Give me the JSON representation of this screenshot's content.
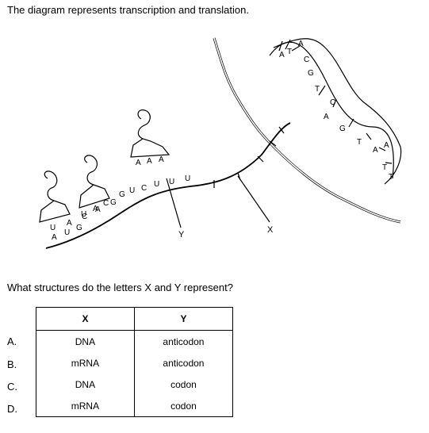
{
  "intro_text": "The diagram represents transcription and translation.",
  "diagram": {
    "label_x": "X",
    "label_y": "Y",
    "dna_top_bases": [
      "A",
      "C",
      "G",
      "T",
      "C",
      "G",
      "A"
    ],
    "dna_bottom_bases": [
      "A",
      "T",
      "A",
      "T",
      "A",
      "T",
      "T"
    ],
    "mrna_bases": [
      "U",
      "A",
      "C",
      "A",
      "G",
      "G",
      "U",
      "C",
      "U",
      "U",
      "U"
    ],
    "trna_bases_1": [
      "A",
      "A",
      "A"
    ],
    "trna_bases_2": [
      "U",
      "A",
      "C"
    ],
    "trna_bases_3": [
      "A",
      "U",
      "G"
    ]
  },
  "question_text": "What structures do the letters X and Y represent?",
  "table": {
    "header_x": "X",
    "header_y": "Y",
    "rows": [
      {
        "letter": "A.",
        "x": "DNA",
        "y": "anticodon"
      },
      {
        "letter": "B.",
        "x": "mRNA",
        "y": "anticodon"
      },
      {
        "letter": "C.",
        "x": "DNA",
        "y": "codon"
      },
      {
        "letter": "D.",
        "x": "mRNA",
        "y": "codon"
      }
    ]
  }
}
